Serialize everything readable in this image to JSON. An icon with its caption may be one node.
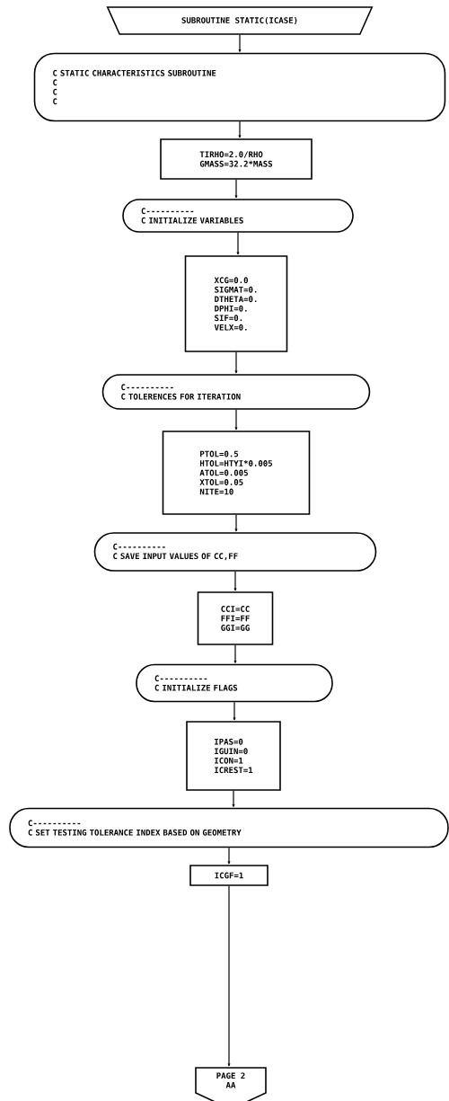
{
  "diagram": {
    "nodes": [
      {
        "text": [
          "SUBROUTINE STATIC(ICASE)"
        ]
      },
      {
        "text": [
          "C STATIC CHARACTERISTICS SUBROUTINE",
          "C",
          "C",
          "C"
        ]
      },
      {
        "text": [
          "TIRHO=2.0/RHO",
          "GMASS=32.2*MASS"
        ]
      },
      {
        "text": [
          "C----------",
          "C INITIALIZE VARIABLES"
        ]
      },
      {
        "text": [
          "XCG=0.0",
          "SIGMAT=0.",
          "DTHETA=0.",
          "DPHI=0.",
          "SIF=0.",
          "VELX=0."
        ]
      },
      {
        "text": [
          "C----------",
          "C TOLERENCES FOR ITERATION"
        ]
      },
      {
        "text": [
          "PTOL=0.5",
          "HTOL=HTYI*0.005",
          "ATOL=0.005",
          "XTOL=0.05",
          "NITE=10"
        ]
      },
      {
        "text": [
          "C----------",
          "C SAVE INPUT VALUES OF CC,FF"
        ]
      },
      {
        "text": [
          "CCI=CC",
          "FFI=FF",
          "GGI=GG"
        ]
      },
      {
        "text": [
          "C----------",
          "C INITIALIZE FLAGS"
        ]
      },
      {
        "text": [
          "IPAS=0",
          "IGUIN=0",
          "ICON=1",
          "ICREST=1"
        ]
      },
      {
        "text": [
          "C----------",
          "C SET TESTING TOLERANCE INDEX BASED ON GEOMETRY"
        ]
      },
      {
        "text": [
          "ICGF=1"
        ]
      },
      {
        "text": [
          "PAGE 2",
          "AA"
        ]
      }
    ],
    "edges": [
      {
        "from": 0,
        "to": 1,
        "arrow": "to"
      },
      {
        "from": 1,
        "to": 2,
        "arrow": "to"
      },
      {
        "from": 2,
        "to": 3,
        "arrow": "to"
      },
      {
        "from": 3,
        "to": 4,
        "arrow": "to"
      },
      {
        "from": 4,
        "to": 5,
        "arrow": "to"
      },
      {
        "from": 5,
        "to": 6,
        "arrow": "to"
      },
      {
        "from": 6,
        "to": 7,
        "arrow": "to"
      },
      {
        "from": 7,
        "to": 8,
        "arrow": "to"
      },
      {
        "from": 8,
        "to": 9,
        "arrow": "to"
      },
      {
        "from": 9,
        "to": 10,
        "arrow": "to"
      },
      {
        "from": 10,
        "to": 11,
        "arrow": "to"
      },
      {
        "from": 11,
        "to": 12,
        "arrow": "to"
      },
      {
        "from": 12,
        "to": 13,
        "arrow": "to"
      }
    ]
  }
}
